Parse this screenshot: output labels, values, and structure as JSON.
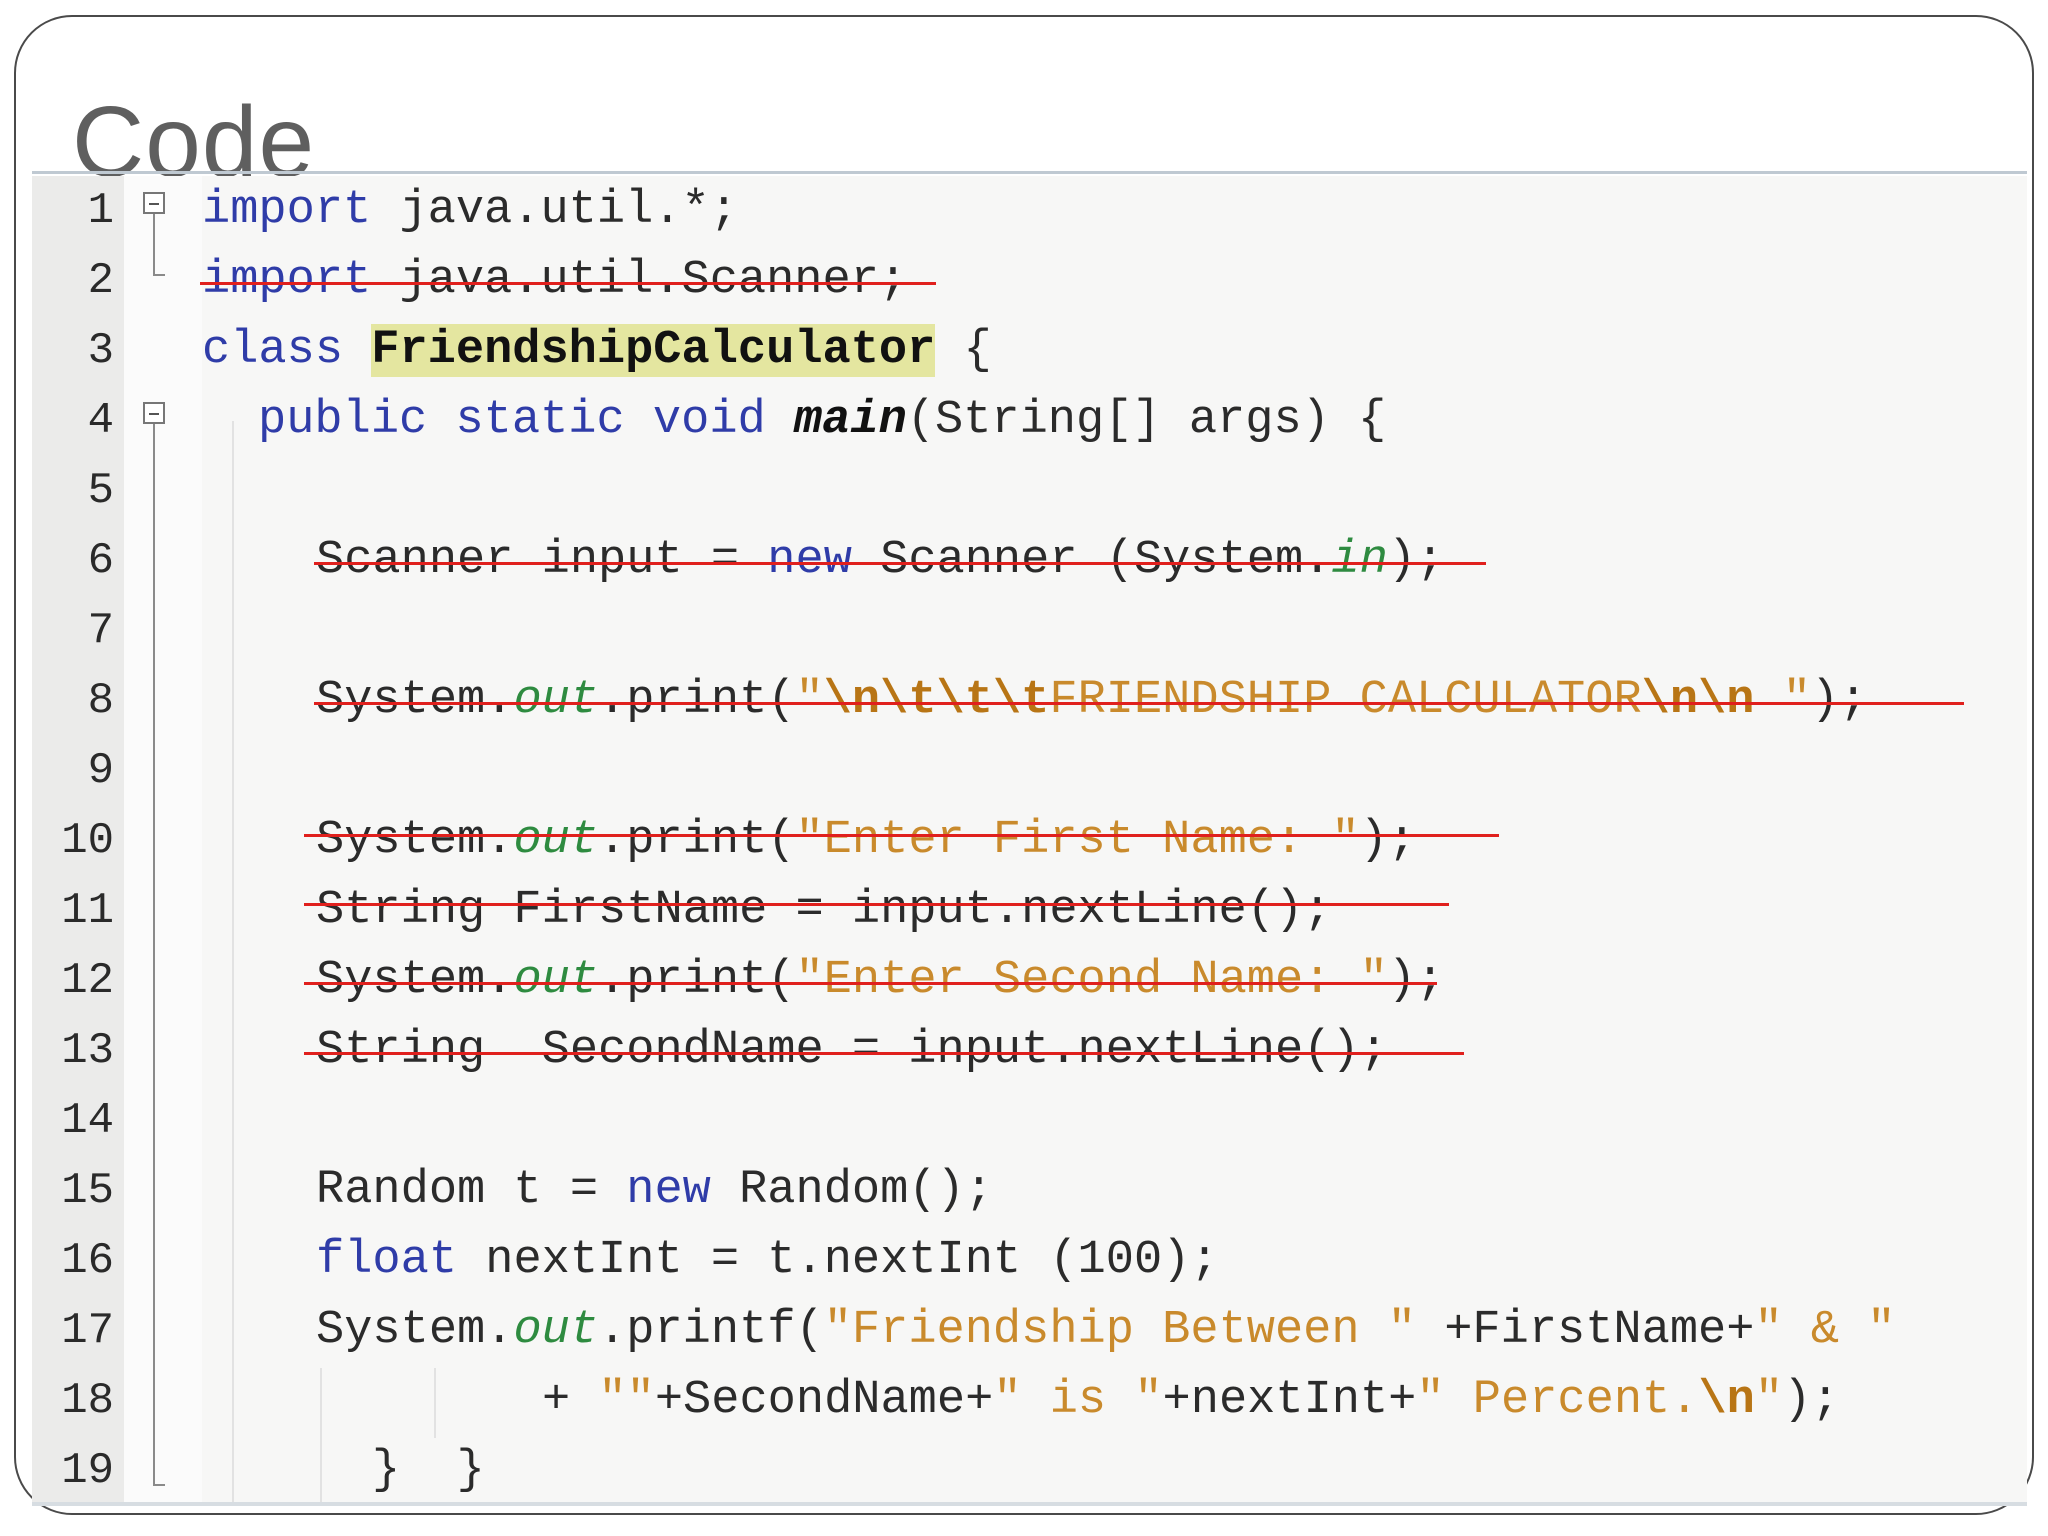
{
  "slide": {
    "title": "Code"
  },
  "code_lines": [
    {
      "number": "1",
      "text": "import java.util.*;"
    },
    {
      "number": "2",
      "text": "import java.util.Scanner;"
    },
    {
      "number": "3",
      "text": "class FriendshipCalculator {"
    },
    {
      "number": "4",
      "text": "public static void main(String[] args) {"
    },
    {
      "number": "5",
      "text": ""
    },
    {
      "number": "6",
      "text": "Scanner input = new Scanner (System.in);"
    },
    {
      "number": "7",
      "text": ""
    },
    {
      "number": "8",
      "text": "System.out.print(\"\\n\\t\\t\\tFRIENDSHIP CALCULATOR\\n\\n \");"
    },
    {
      "number": "9",
      "text": ""
    },
    {
      "number": "10",
      "text": "System.out.print(\"Enter First Name: \");"
    },
    {
      "number": "11",
      "text": "String FirstName = input.nextLine();"
    },
    {
      "number": "12",
      "text": "System.out.print(\"Enter Second Name: \");"
    },
    {
      "number": "13",
      "text": "String  SecondName = input.nextLine();"
    },
    {
      "number": "14",
      "text": ""
    },
    {
      "number": "15",
      "text": "Random t = new Random();"
    },
    {
      "number": "16",
      "text": "float nextInt = t.nextInt (100);"
    },
    {
      "number": "17",
      "text": "System.out.printf(\"Friendship Between \" +FirstName+\" & \""
    },
    {
      "number": "18",
      "text": "+ \"\"+SecondName+\" is \"+nextInt+\" Percent.\\n\");"
    },
    {
      "number": "19",
      "text": "}  }"
    }
  ],
  "struck_lines": [
    "2",
    "6",
    "8",
    "10",
    "11",
    "12",
    "13"
  ],
  "highlighted_token": "FriendshipCalculator",
  "colors": {
    "keyword": "#2f3ca8",
    "string": "#c98a2c",
    "field": "#2e8b40",
    "strike": "#e0201d",
    "highlight": "#e4e6a0"
  }
}
